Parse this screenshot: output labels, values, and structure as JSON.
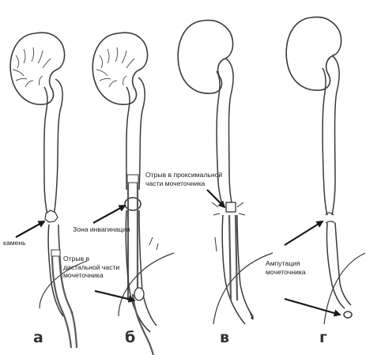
{
  "panels": [
    {
      "letter": "а"
    },
    {
      "letter": "б"
    },
    {
      "letter": "в"
    },
    {
      "letter": "г"
    }
  ],
  "labels": {
    "stone": "камень",
    "invagination": "Зона инвагинации",
    "distal_line1": "Отрыв в",
    "distal_line2": "дистальной части",
    "distal_line3": "мочеточника",
    "proximal_line1": "Отрыв в проксимальной",
    "proximal_line2": "части мочеточника",
    "amputation_line1": "Ампутация",
    "amputation_line2": "мочеточника"
  },
  "colors": {
    "outline": "#3a3a3a",
    "instrument": "#5a5a5a",
    "arrow": "#1a1a1a"
  }
}
